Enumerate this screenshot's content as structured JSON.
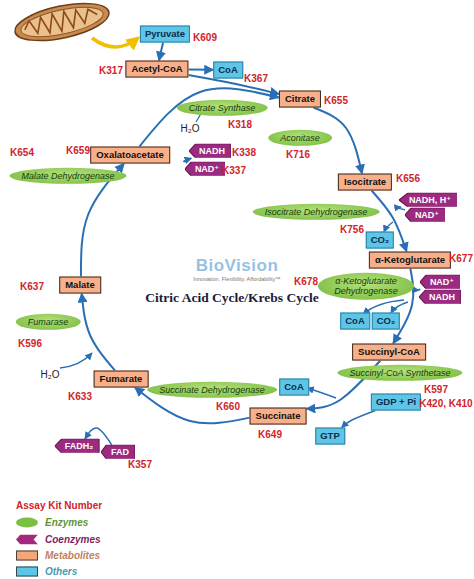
{
  "diagram": {
    "title": "Citric Acid Cycle/Krebs Cycle",
    "nodes": [
      {
        "text": [
          "Pyruvate"
        ]
      },
      {
        "text": [
          "Acetyl-CoA"
        ]
      },
      {
        "text": [
          "CoA"
        ]
      },
      {
        "text": [
          "Citrate Synthase"
        ]
      },
      {
        "text": [
          "Citrate"
        ]
      },
      {
        "text": [
          "Aconitase"
        ]
      },
      {
        "text": [
          "Oxalatoacetate"
        ]
      },
      {
        "text": [
          "NADH"
        ]
      },
      {
        "text": [
          "NAD⁺"
        ]
      },
      {
        "text": [
          "Malate Dehydrogenase"
        ]
      },
      {
        "text": [
          "Isocitrate"
        ]
      },
      {
        "text": [
          "NADH, H⁺"
        ]
      },
      {
        "text": [
          "NAD⁺"
        ]
      },
      {
        "text": [
          "Isocitrate Dehydrogenase"
        ]
      },
      {
        "text": [
          "CO₂"
        ]
      },
      {
        "text": [
          "α-Ketoglutarate"
        ]
      },
      {
        "text": [
          "NAD⁺"
        ]
      },
      {
        "text": [
          "NADH"
        ]
      },
      {
        "text": [
          "α-Ketoglutarate Dehydrogenase"
        ]
      },
      {
        "text": [
          "Malate"
        ]
      },
      {
        "text": [
          "CoA"
        ]
      },
      {
        "text": [
          "CO₂"
        ]
      },
      {
        "text": [
          "Fumarase"
        ]
      },
      {
        "text": [
          "Succinyl-CoA"
        ]
      },
      {
        "text": [
          "Succinyl-CoA Synthetase"
        ]
      },
      {
        "text": [
          "Succinate Dehydrogenase"
        ]
      },
      {
        "text": [
          "CoA"
        ]
      },
      {
        "text": [
          "Fumarate"
        ]
      },
      {
        "text": [
          "GDP + Pi"
        ]
      },
      {
        "text": [
          "Succinate"
        ]
      },
      {
        "text": [
          "GTP"
        ]
      },
      {
        "text": [
          "FADH₂"
        ]
      },
      {
        "text": [
          "FAD"
        ]
      }
    ],
    "edges": [
      {
        "from": 0,
        "to": 1,
        "arrow": "to"
      },
      {
        "from": 1,
        "to": 4,
        "arrow": "to"
      },
      {
        "from": 1,
        "to": 2,
        "arrow": "to"
      },
      {
        "from": 6,
        "to": 4,
        "arrow": "to"
      },
      {
        "from": 4,
        "to": 10,
        "arrow": "to"
      },
      {
        "from": 10,
        "to": 15,
        "arrow": "to"
      },
      {
        "from": 15,
        "to": 23,
        "arrow": "to"
      },
      {
        "from": 23,
        "to": 29,
        "arrow": "to"
      },
      {
        "from": 29,
        "to": 27,
        "arrow": "to"
      },
      {
        "from": 27,
        "to": 19,
        "arrow": "to"
      },
      {
        "from": 19,
        "to": 6,
        "arrow": "to"
      },
      {
        "from": 12,
        "to": 11,
        "arrow": "to"
      },
      {
        "from": 16,
        "to": 17,
        "arrow": "to"
      },
      {
        "from": 28,
        "to": 30,
        "arrow": "to"
      },
      {
        "from": 32,
        "to": 31,
        "arrow": "to"
      },
      {
        "from": 8,
        "to": 7,
        "arrow": "to"
      }
    ],
    "labels": [
      "K609",
      "K317",
      "K367",
      "K318",
      "H₂O",
      "K655",
      "K716",
      "K659",
      "K654",
      "K338",
      "K337",
      "K656",
      "K756",
      "K677",
      "K678",
      "BioVision",
      "Innovation. Flexibility. Affordability™",
      "K637",
      "K596",
      "K597",
      "K420, K410",
      "H₂O",
      "K633",
      "K660",
      "K649",
      "K357",
      "Assay Kit Number"
    ],
    "legend": [
      {
        "text": "Enzymes",
        "color": "#7ac143"
      },
      {
        "text": "Coenzymes",
        "color": "#a3287f"
      },
      {
        "text": "Metabolites",
        "color": "#f4a77a"
      },
      {
        "text": "Others",
        "color": "#5cc6e6"
      }
    ]
  }
}
